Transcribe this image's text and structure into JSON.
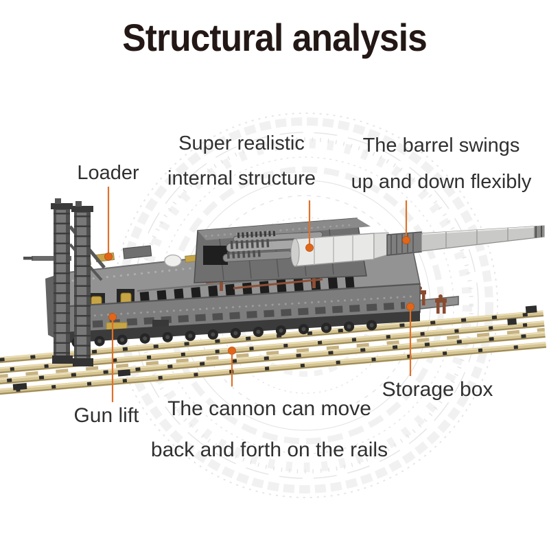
{
  "title": "Structural analysis",
  "callouts": {
    "loader": {
      "label": "Loader"
    },
    "internal": {
      "line1": "Super realistic",
      "line2": "internal structure"
    },
    "barrel": {
      "line1": "The barrel swings",
      "line2": "up and down flexibly"
    },
    "gun_lift": {
      "label": "Gun lift"
    },
    "cannon_move": {
      "line1": "The cannon can move",
      "line2": "back and forth on the rails"
    },
    "storage_box": {
      "label": "Storage box"
    }
  },
  "colors": {
    "background": "#ffffff",
    "title": "#231815",
    "label": "#303030",
    "leader": "#df7128",
    "dot": "#e2661a",
    "rail": "#d5c493",
    "rail_shadow": "#9c8a58",
    "hull": "#8e8e8e",
    "hull_dark": "#5f5f5f",
    "hull_deep": "#2e2e2e",
    "barrel": "#c9c9c7",
    "barrel_light": "#e8e8e6",
    "shell_gold": "#c8a544",
    "figure_brown": "#8a4a2e",
    "watermark": "#e6e6e6"
  }
}
